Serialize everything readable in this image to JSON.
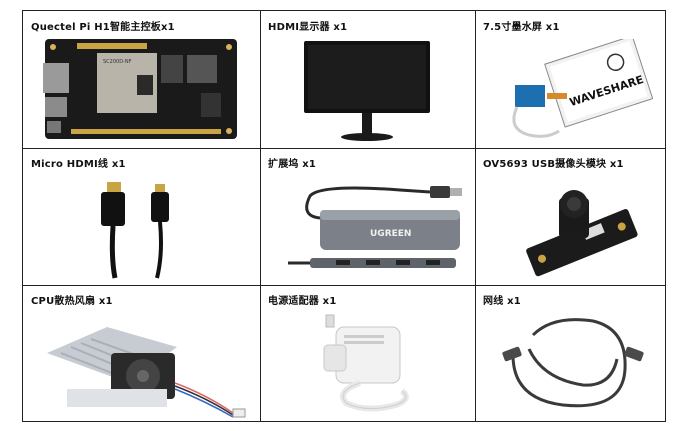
{
  "items": [
    {
      "label": "Quectel Pi H1智能主控板x1",
      "board_chip_text": "SC200D-NF"
    },
    {
      "label": "HDMI显示器 x1"
    },
    {
      "label": "7.5寸墨水屏 x1",
      "brand_text": "WAVESHARE"
    },
    {
      "label": "Micro HDMI线 x1"
    },
    {
      "label": "扩展坞 x1",
      "brand_text": "UGREEN"
    },
    {
      "label": "OV5693 USB摄像头模块 x1"
    },
    {
      "label": "CPU散热风扇 x1"
    },
    {
      "label": "电源适配器 x1"
    },
    {
      "label": "网线 x1"
    }
  ]
}
